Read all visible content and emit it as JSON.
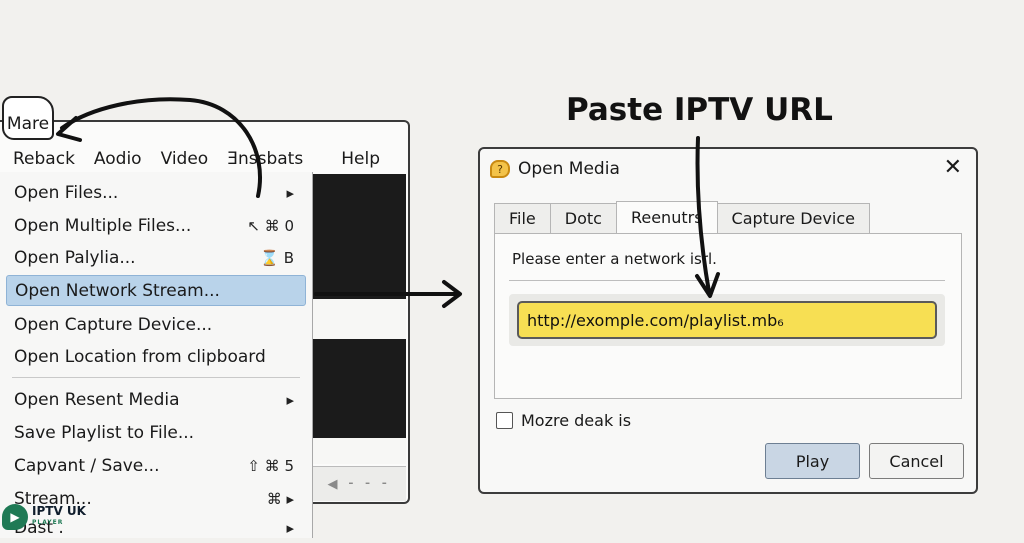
{
  "logo_tab": {
    "label": "Mare"
  },
  "menubar": {
    "items": [
      "Reback",
      "Aodio",
      "Video",
      "Ǝnssbats",
      "Help"
    ]
  },
  "menu": {
    "items": [
      {
        "label": "Open Files...",
        "shortcut": "▸"
      },
      {
        "label": "Open Multiple Files...",
        "shortcut": "↖ ⌘ 0"
      },
      {
        "label": "Open Palylia...",
        "shortcut": "⌛ B"
      },
      {
        "label": "Open Network Stream...",
        "shortcut": ""
      },
      {
        "label": "Open Capture Device...",
        "shortcut": ""
      },
      {
        "label": "Open Location from clipboard",
        "shortcut": ""
      },
      {
        "label": "Open Resent Media",
        "shortcut": "▸"
      },
      {
        "label": "Save Playlist to File...",
        "shortcut": ""
      },
      {
        "label": "Capvant / Save...",
        "shortcut": "⇧ ⌘ 5"
      },
      {
        "label": "Stream...",
        "shortcut": "⌘ ▸"
      },
      {
        "label": "Dast .",
        "shortcut": "▸"
      }
    ]
  },
  "player_controls": {
    "glyphs": "◀ ⁃ ⁃ ⁃"
  },
  "brand": {
    "name": "IPTV UK",
    "sub": "PLAYER"
  },
  "heading": "Paste IPTV URL",
  "dialog": {
    "title": "Open Media",
    "close_glyph": "✕",
    "tabs": [
      "File",
      "Dotc",
      "Reenutrs",
      "Capture Device"
    ],
    "active_tab": "Reenutrs",
    "instruction": "Please enter a network isrl.",
    "url_value": "http://exomple.com/playlist.mb₆",
    "checkbox_label": "Mozre deak is",
    "play_label": "Play",
    "cancel_label": "Cancel"
  }
}
